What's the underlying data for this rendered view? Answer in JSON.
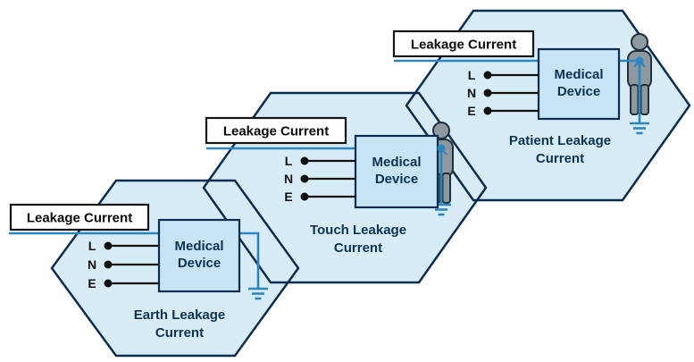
{
  "panels": [
    {
      "id": "earth",
      "leakage_label": "Leakage Current",
      "device": {
        "line1": "Medical",
        "line2": "Device"
      },
      "terminals": [
        "L",
        "N",
        "E"
      ],
      "caption": {
        "line1": "Earth Leakage",
        "line2": "Current"
      },
      "has_person": false
    },
    {
      "id": "touch",
      "leakage_label": "Leakage Current",
      "device": {
        "line1": "Medical",
        "line2": "Device"
      },
      "terminals": [
        "L",
        "N",
        "E"
      ],
      "caption": {
        "line1": "Touch Leakage",
        "line2": "Current"
      },
      "has_person": true
    },
    {
      "id": "patient",
      "leakage_label": "Leakage Current",
      "device": {
        "line1": "Medical",
        "line2": "Device"
      },
      "terminals": [
        "L",
        "N",
        "E"
      ],
      "caption": {
        "line1": "Patient Leakage",
        "line2": "Current"
      },
      "has_person": true
    }
  ],
  "colors": {
    "hex_fill": "#d8ecf8",
    "hex_border": "#0c2d4d",
    "device_fill": "#c6e4f4",
    "blue": "#2e86c1",
    "text_navy": "#0d3251",
    "label_text": "#0b0b0b",
    "person_fill": "#8e989f",
    "person_stroke": "#22303c"
  }
}
